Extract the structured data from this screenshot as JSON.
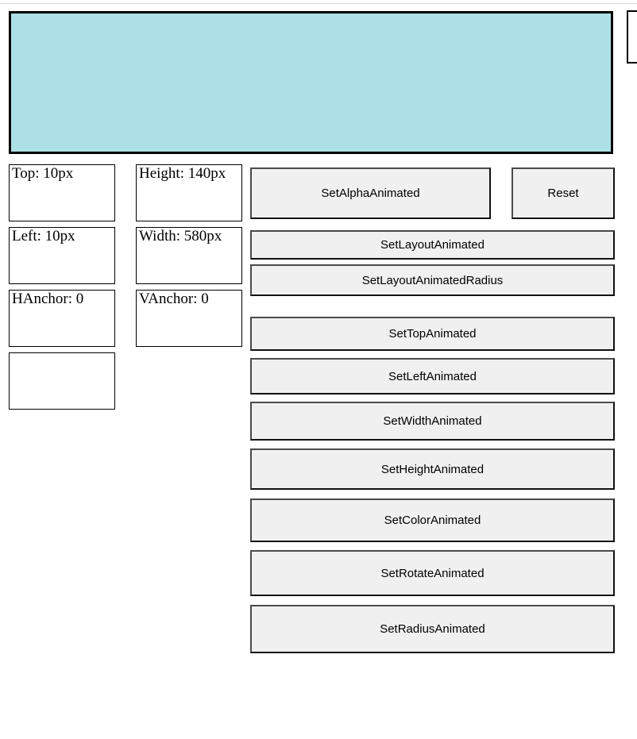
{
  "colors": {
    "target_fill": "#ade0e6",
    "target_border": "#000000",
    "button_fill": "#f0f0f0",
    "button_border": "#4a4a4a",
    "page_background": "#ffffff",
    "rule": "#d8d8d8"
  },
  "target": {
    "name": "animated-view"
  },
  "readouts": [
    {
      "key": "top",
      "label": "Top: 10px"
    },
    {
      "key": "height",
      "label": "Height: 140px"
    },
    {
      "key": "left",
      "label": "Left: 10px"
    },
    {
      "key": "width",
      "label": "Width: 580px"
    },
    {
      "key": "hanchor",
      "label": "HAnchor: 0"
    },
    {
      "key": "vanchor",
      "label": "VAnchor: 0"
    },
    {
      "key": "spare",
      "label": ""
    }
  ],
  "actions": {
    "set_alpha_animated": "SetAlphaAnimated",
    "reset": "Reset",
    "set_layout_animated": "SetLayoutAnimated",
    "set_layout_animated_radius": "SetLayoutAnimatedRadius",
    "set_top_animated": "SetTopAnimated",
    "set_left_animated": "SetLeftAnimated",
    "set_width_animated": "SetWidthAnimated",
    "set_height_animated": "SetHeightAnimated",
    "set_color_animated": "SetColorAnimated",
    "set_rotate_animated": "SetRotateAnimated",
    "set_radius_animated": "SetRadiusAnimated"
  }
}
